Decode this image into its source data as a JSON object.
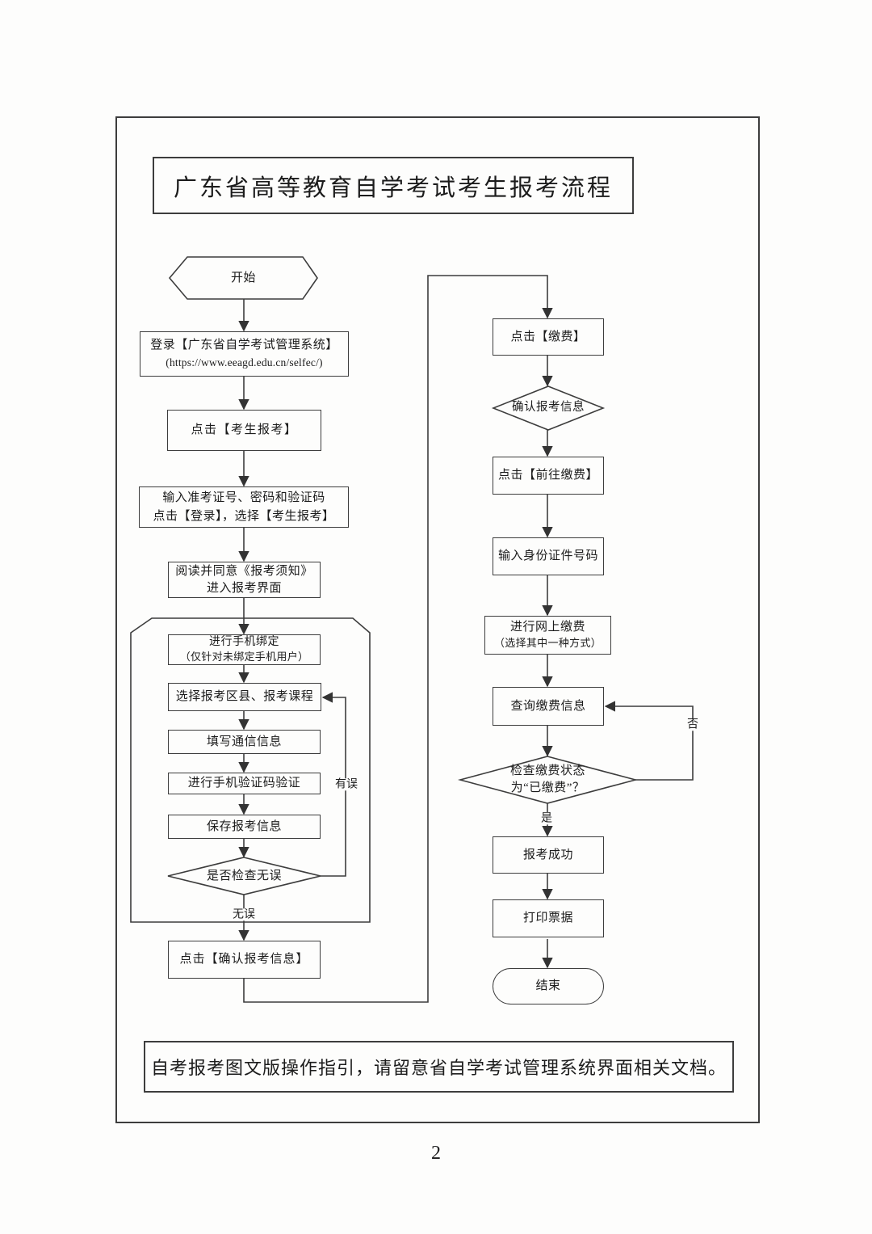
{
  "title": "广东省高等教育自学考试考生报考流程",
  "footer_note": "自考报考图文版操作指引，请留意省自学考试管理系统界面相关文档。",
  "page": {
    "number": "2"
  },
  "nodes": {
    "start": "开始",
    "login_line1": "登录【广东省自学考试管理系统】",
    "login_line2": "(https://www.eeagd.edu.cn/selfec/)",
    "click_register": "点击【考生报考】",
    "input_line1": "输入准考证号、密码和验证码",
    "input_line2": "点击【登录】，选择【考生报考】",
    "read_line1": "阅读并同意《报考须知》",
    "read_line2": "进入报考界面",
    "bind_line1": "进行手机绑定",
    "bind_line2": "（仅针对未绑定手机用户）",
    "select_district": "选择报考区县、报考课程",
    "comm_info": "填写通信信息",
    "verify_code": "进行手机验证码验证",
    "save_info": "保存报考信息",
    "check_correct": "是否检查无误",
    "confirm_info": "点击【确认报考信息】",
    "pay": "点击【缴费】",
    "confirm_diamond": "确认报考信息",
    "go_pay": "点击【前往缴费】",
    "id_number": "输入身份证件号码",
    "online_pay_line1": "进行网上缴费",
    "online_pay_line2": "（选择其中一种方式）",
    "query_pay": "查询缴费信息",
    "status_line1": "检查缴费状态",
    "status_line2": "为“已缴费”？",
    "success": "报考成功",
    "print_receipt": "打印票据",
    "end": "结束"
  },
  "labels": {
    "has_error": "有误",
    "no_error": "无误",
    "yes": "是",
    "no": "否"
  }
}
